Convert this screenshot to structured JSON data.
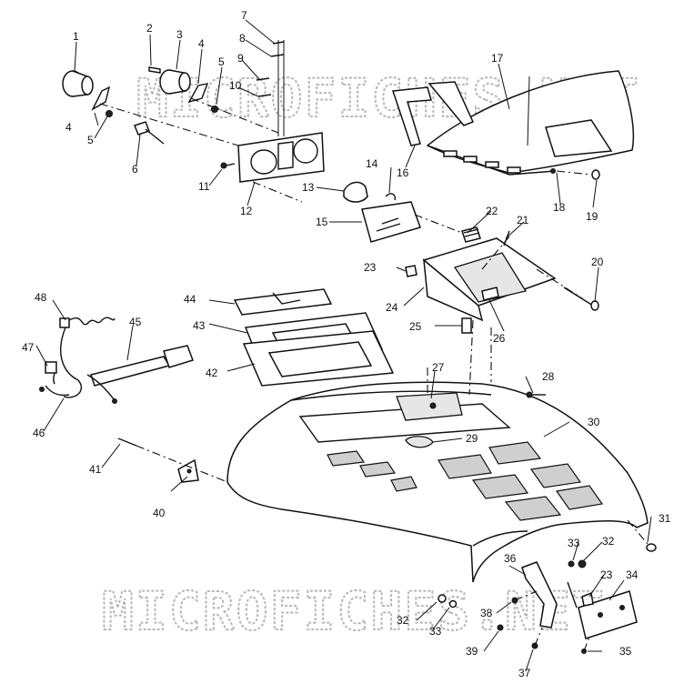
{
  "watermark": "MICROFICHES.NET",
  "callouts": [
    "1",
    "2",
    "3",
    "4",
    "5",
    "6",
    "7",
    "8",
    "9",
    "10",
    "11",
    "12",
    "13",
    "14",
    "15",
    "16",
    "17",
    "18",
    "19",
    "20",
    "21",
    "22",
    "23",
    "24",
    "25",
    "26",
    "27",
    "28",
    "29",
    "30",
    "31",
    "32",
    "33",
    "34",
    "35",
    "36",
    "37",
    "38",
    "39",
    "40",
    "41",
    "42",
    "43",
    "44",
    "45",
    "46",
    "47",
    "48",
    "4",
    "5",
    "23",
    "32",
    "33"
  ]
}
